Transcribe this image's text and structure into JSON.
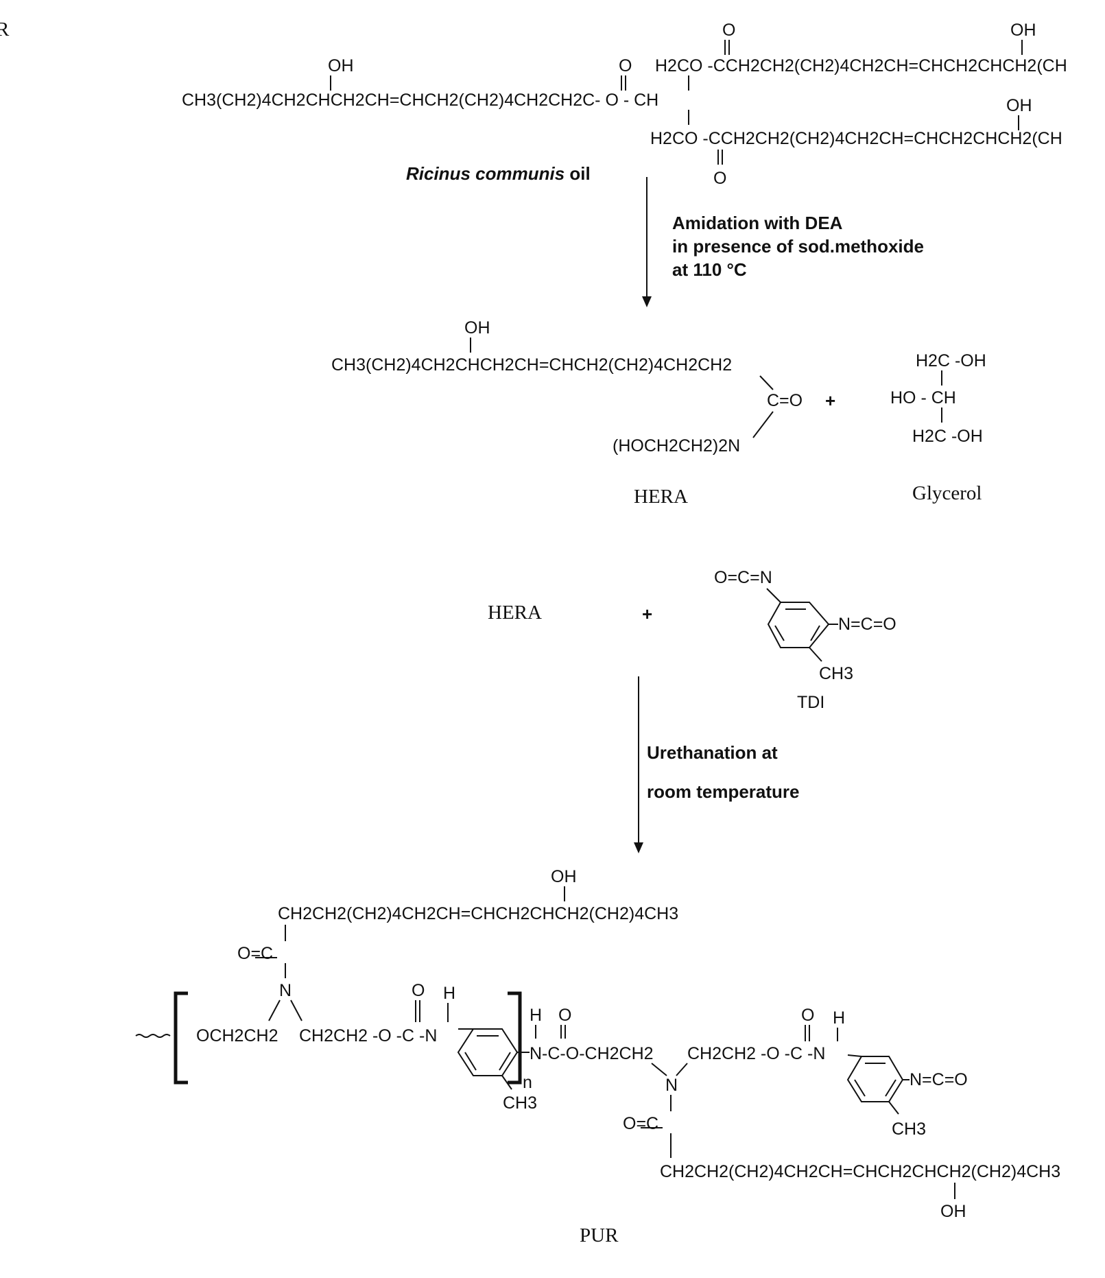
{
  "corner_letter": "R",
  "castor_oil": {
    "left_chain": "CH3(CH2)4CH2CHCH2CH=CHCH2(CH2)4CH2CH2C- O - CH",
    "oh_left": "OH",
    "carbonyl_o_left": "O",
    "upper_ester": "H2CO -CCH2CH2(CH2)4CH2CH=CHCH2CHCH2(CH",
    "upper_o": "O",
    "upper_oh": "OH",
    "lower_ester": "H2CO -CCH2CH2(CH2)4CH2CH=CHCH2CHCH2(CH",
    "lower_o": "O",
    "lower_oh": "OH",
    "name_italic": "Ricinus communis",
    "name_rest": " oil"
  },
  "step1": {
    "line1": "Amidation with DEA",
    "line2": "in presence of sod.methoxide",
    "line3": "at 110 °C"
  },
  "hera": {
    "chain": "CH3(CH2)4CH2CHCH2CH=CHCH2(CH2)4CH2CH2",
    "oh": "OH",
    "carbonyl": "C=O",
    "amine": "(HOCH2CH2)2N",
    "label": "HERA"
  },
  "plus1": "+",
  "glycerol": {
    "line1": "H2C -OH",
    "line2": "HO - CH",
    "line3": "H2C -OH",
    "label": "Glycerol"
  },
  "reaction2": {
    "hera_label": "HERA",
    "plus": "+",
    "tdi_oc": "O=C=N",
    "tdi_nco": "N=C=O",
    "tdi_ch3": "CH3",
    "tdi_label": "TDI"
  },
  "step2": {
    "line1": "Urethanation at",
    "line2": "room temperature"
  },
  "pur": {
    "top_chain": "CH2CH2(CH2)4CH2CH=CHCH2CHCH2(CH2)4CH3",
    "top_oh": "OH",
    "top_carbonyl": "O=C",
    "n1": "N",
    "left_arm": "OCH2CH2",
    "right_arm": "CH2CH2 -O -C -N",
    "urethane_o1": "O",
    "urethane_h1": "H",
    "ring1_ch3": "CH3",
    "subscript_n": "n",
    "link_h": "H",
    "link_o": "O",
    "link": "N-C-O-CH2CH2",
    "right_arm2": "CH2CH2 -O -C -N",
    "urethane_o2": "O",
    "urethane_h2": "H",
    "n2": "N",
    "bottom_carbonyl": "O=C",
    "nco_end": "N=C=O",
    "ring2_ch3": "CH3",
    "bottom_chain": "CH2CH2(CH2)4CH2CH=CHCH2CHCH2(CH2)4CH3",
    "bottom_oh": "OH",
    "label": "PUR"
  }
}
